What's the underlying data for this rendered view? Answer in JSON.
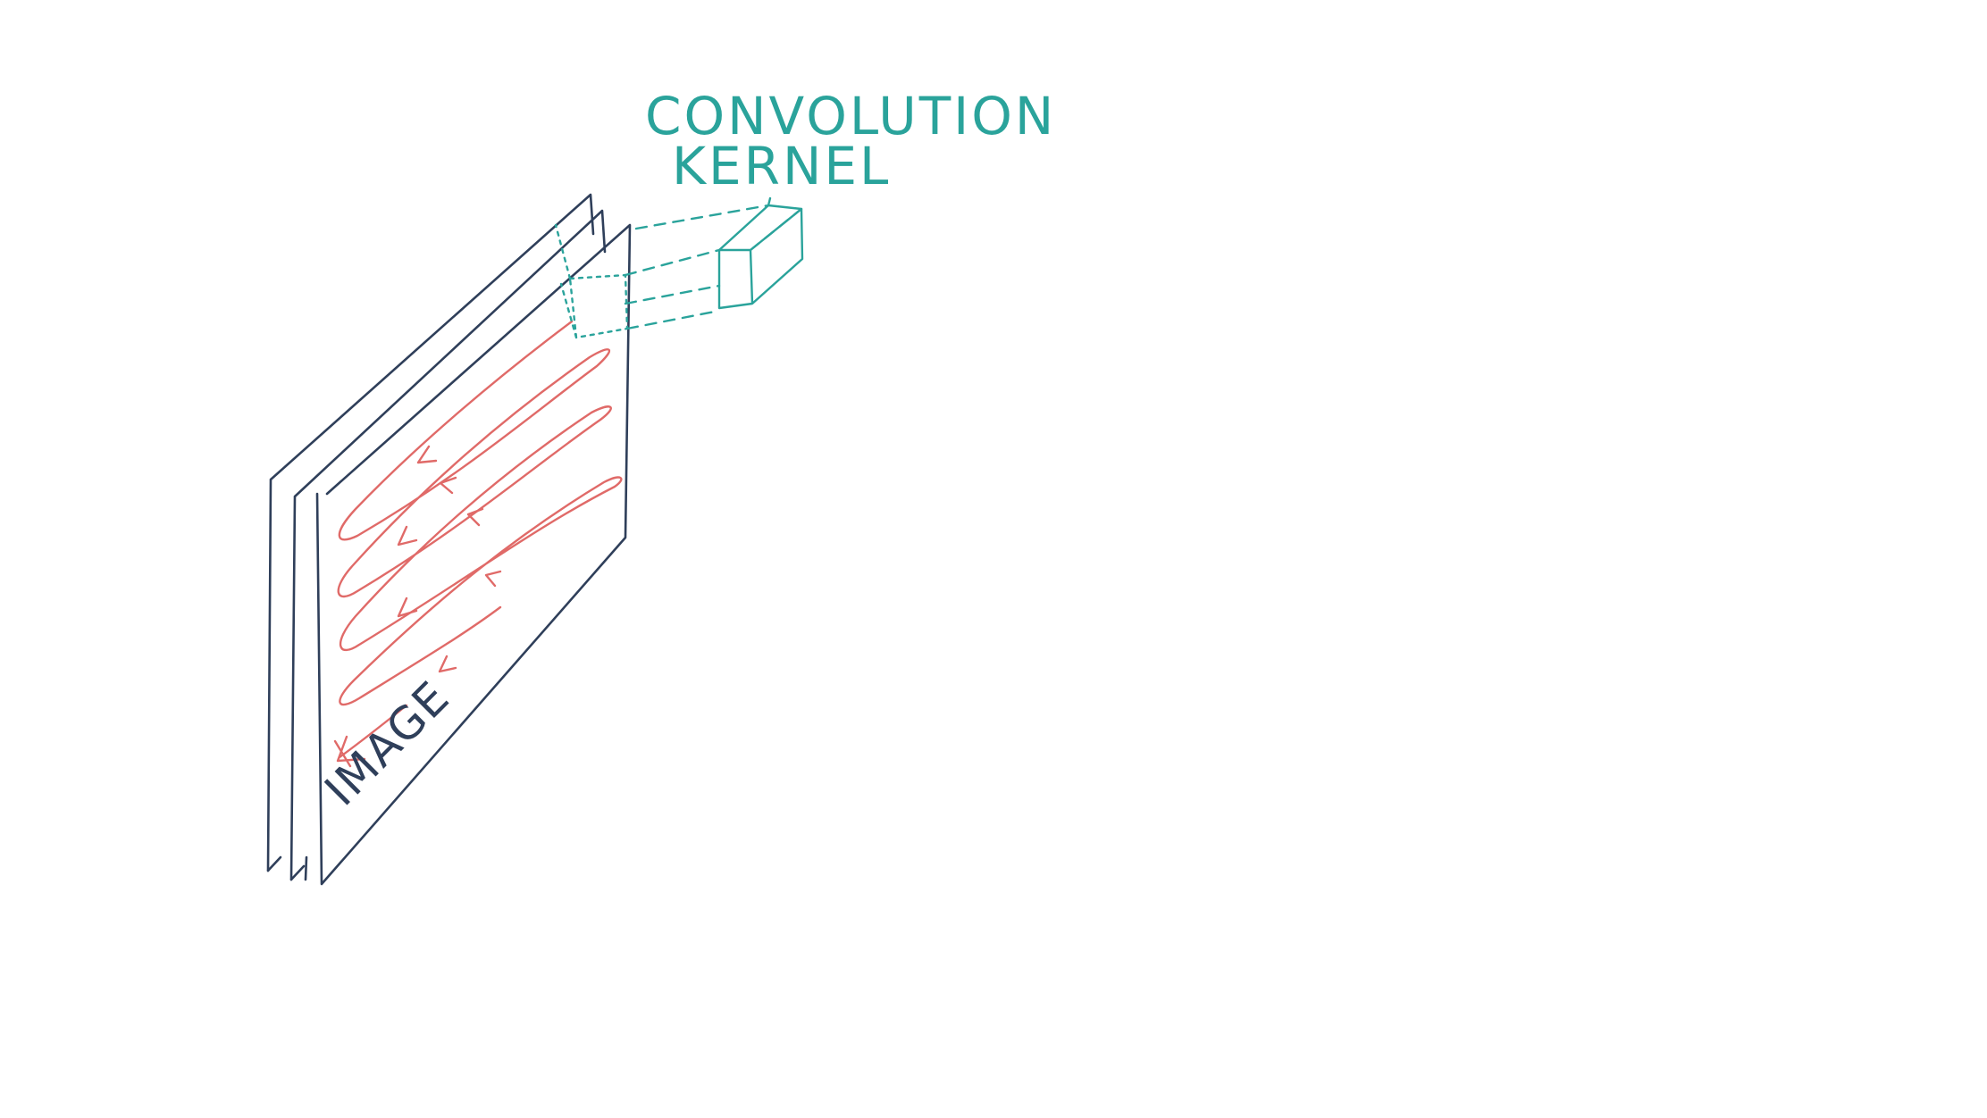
{
  "labels": {
    "kernel_line1": "CONVOLUTION",
    "kernel_line2": "KERNEL",
    "image": "IMAGE"
  },
  "colors": {
    "background": "#ffffff",
    "image_layers": "#2f3f5a",
    "scan_path": "#e06a68",
    "kernel": "#2aa39b"
  }
}
